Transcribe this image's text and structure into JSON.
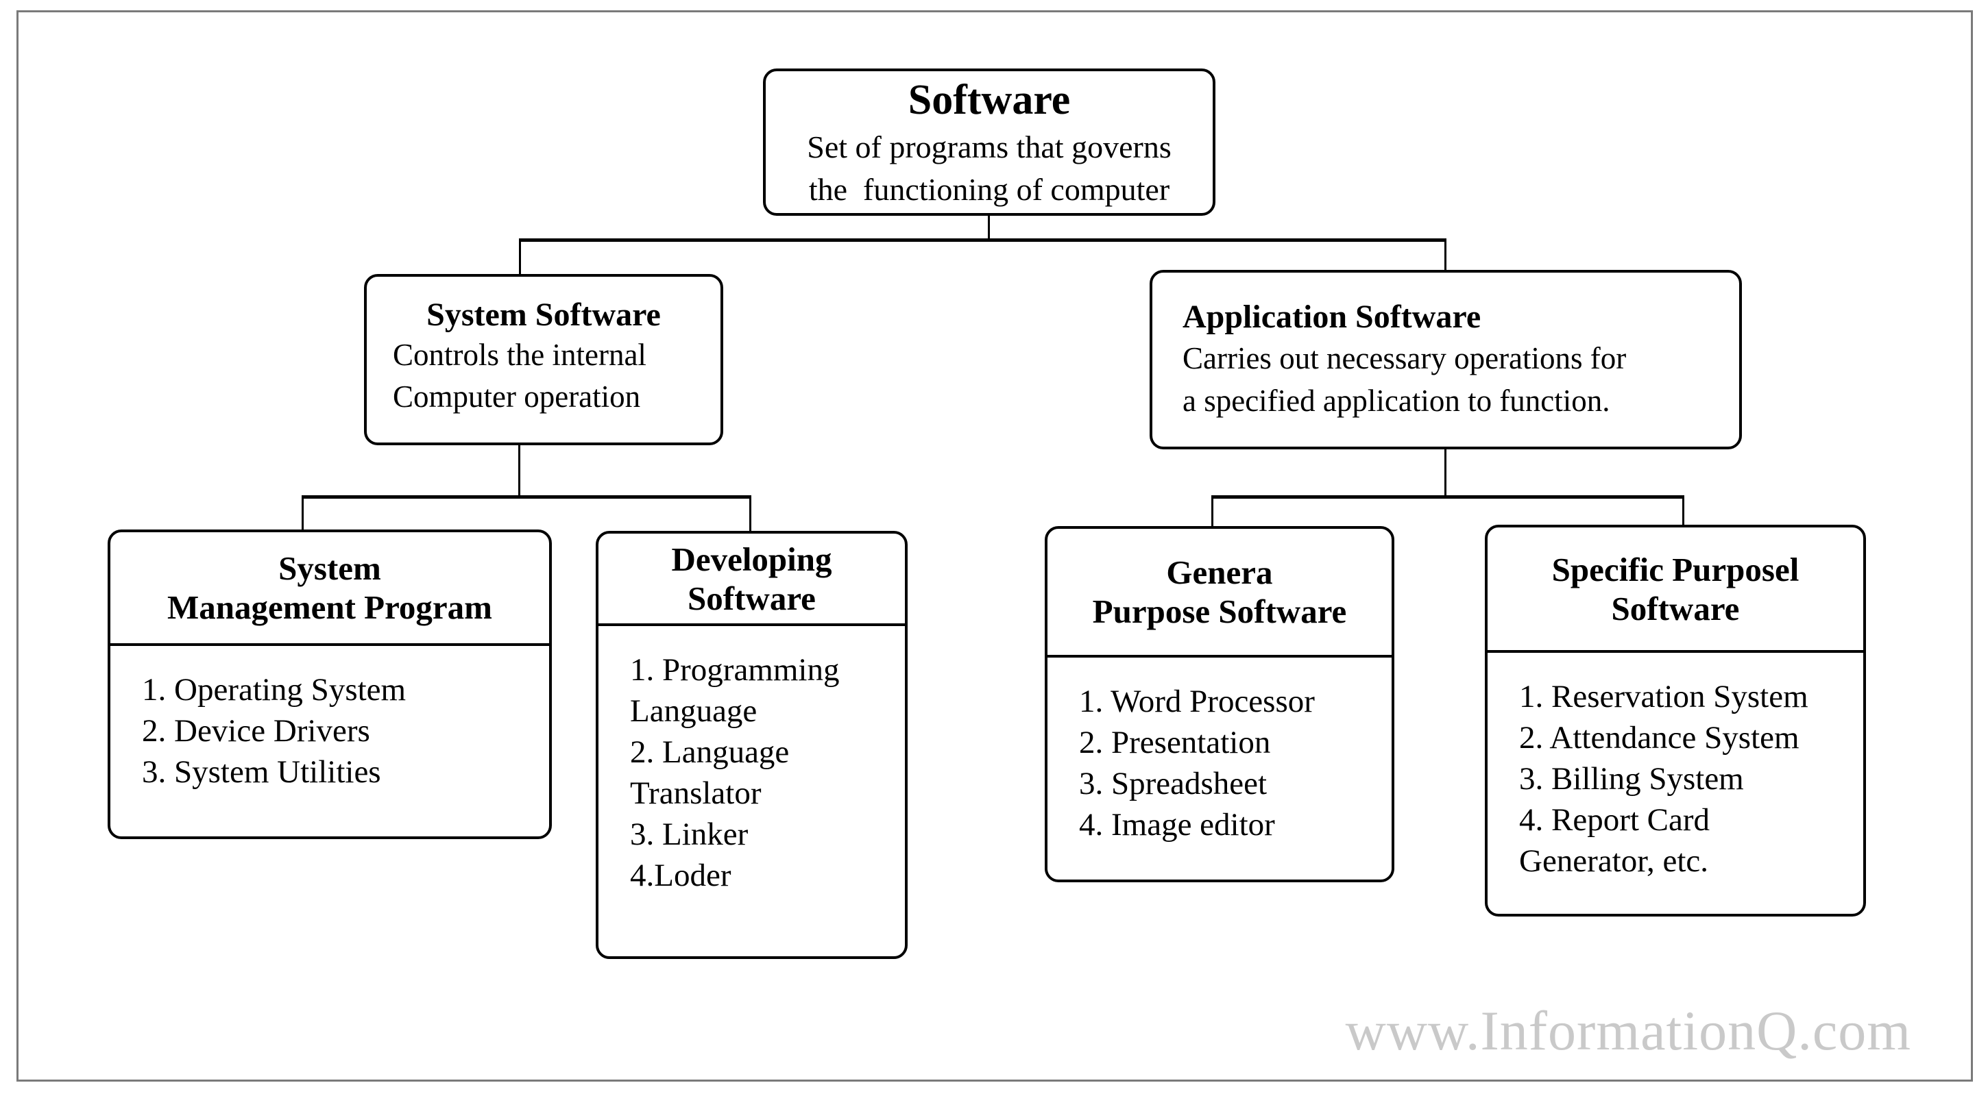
{
  "page": {
    "background": "#ffffff",
    "frame_color": "#7a7a7a",
    "line_color": "#000000",
    "watermark_color": "#c9c9c9"
  },
  "root": {
    "title": "Software",
    "body": "Set of programs that governs\nthe  functioning of computer"
  },
  "system_software": {
    "title": "System Software",
    "body": "Controls the internal\nComputer operation"
  },
  "application_software": {
    "title": "Application Software",
    "body": "Carries out necessary operations for\na specified application to function."
  },
  "system_management": {
    "title": "System\nManagement Program",
    "items": [
      "1. Operating System",
      "2. Device Drivers",
      "3. System Utilities"
    ]
  },
  "developing_software": {
    "title": "Developing\nSoftware",
    "items": [
      "1. Programming\nLanguage",
      "2. Language\nTranslator",
      "3. Linker",
      "4.Loder"
    ]
  },
  "general_purpose": {
    "title": "Genera\nPurpose Software",
    "items": [
      "1. Word Processor",
      "2. Presentation",
      "3. Spreadsheet",
      "4. Image editor"
    ]
  },
  "specific_purpose": {
    "title": "Specific Purposel\nSoftware",
    "items": [
      "1. Reservation System",
      "2. Attendance System",
      "3. Billing System",
      "4. Report Card\nGenerator, etc."
    ]
  },
  "watermark": "www.InformationQ.com"
}
